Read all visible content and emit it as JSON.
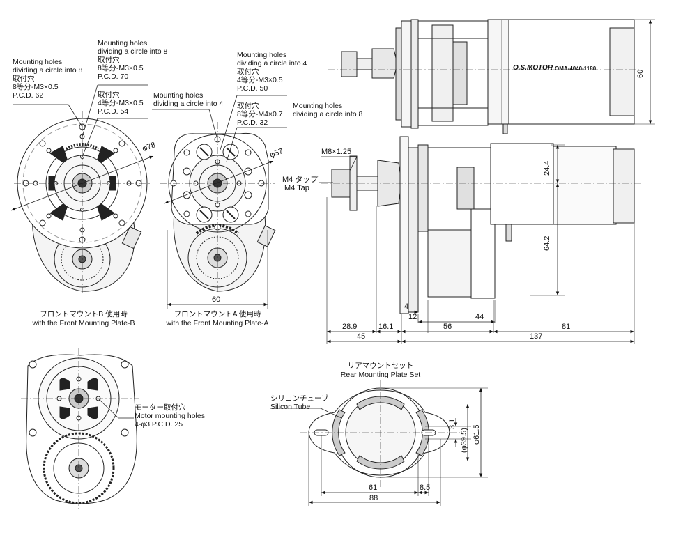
{
  "front_b": {
    "note_left": {
      "en1": "Mounting holes",
      "en2": "dividing a circle into 8",
      "jp": "取付穴",
      "spec": "8等分-M3×0.5",
      "pcd": "P.C.D. 62"
    },
    "note_top": {
      "en1": "Mounting holes",
      "en2": "dividing a circle into 8",
      "jp": "取付穴",
      "spec": "8等分-M3×0.5",
      "pcd": "P.C.D. 70"
    },
    "note_mid": {
      "jp": "取付穴",
      "spec": "4等分-M3×0.5",
      "pcd": "P.C.D. 54"
    },
    "diameter": "φ78",
    "caption_jp": "フロントマウントB 使用時",
    "caption_en": "with the Front Mounting Plate-B"
  },
  "front_a": {
    "note_left": {
      "en1": "Mounting holes",
      "en2": "dividing a circle into 4"
    },
    "note_top": {
      "en1": "Mounting holes",
      "en2": "dividing a circle into 4",
      "jp": "取付穴",
      "spec": "4等分-M3×0.5",
      "pcd": "P.C.D. 50"
    },
    "note_mid": {
      "jp": "取付穴",
      "spec": "8等分-M4×0.7",
      "pcd": "P.C.D. 32"
    },
    "note_right": {
      "en1": "Mounting holes",
      "en2": "dividing a circle into 8"
    },
    "diameter": "φ57",
    "width": "60",
    "caption_jp": "フロントマウントA 使用時",
    "caption_en": "with the Front Mounting Plate-A"
  },
  "motor_top": {
    "brand": "O.S.MOTOR",
    "model": "OMA-4040-1180",
    "height": "60"
  },
  "side": {
    "thread": "M8×1.25",
    "tap_jp": "M4 タップ",
    "tap_en": "M4 Tap",
    "dim_24_4": "24.4",
    "dim_64_2": "64.2",
    "dim_4": "4",
    "dim_12": "12",
    "dim_44": "44",
    "dim_28_9": "28.9",
    "dim_16_1": "16.1",
    "dim_56": "56",
    "dim_81": "81",
    "dim_45": "45",
    "dim_137": "137"
  },
  "rear_motor": {
    "note_jp": "モーター取付穴",
    "note_en": "Motor mounting holes",
    "spec": "4-φ3  P.C.D. 25"
  },
  "rear_plate": {
    "title_jp": "リアマウントセット",
    "title_en": "Rear Mounting Plate Set",
    "tube_jp": "シリコンチューブ",
    "tube_en": "Silicon Tube",
    "dim_3_1": "3.1",
    "dim_39_5": "(φ39.5)",
    "dim_61_5": "φ61.5",
    "dim_61": "61",
    "dim_8_5": "8.5",
    "dim_88": "88"
  }
}
